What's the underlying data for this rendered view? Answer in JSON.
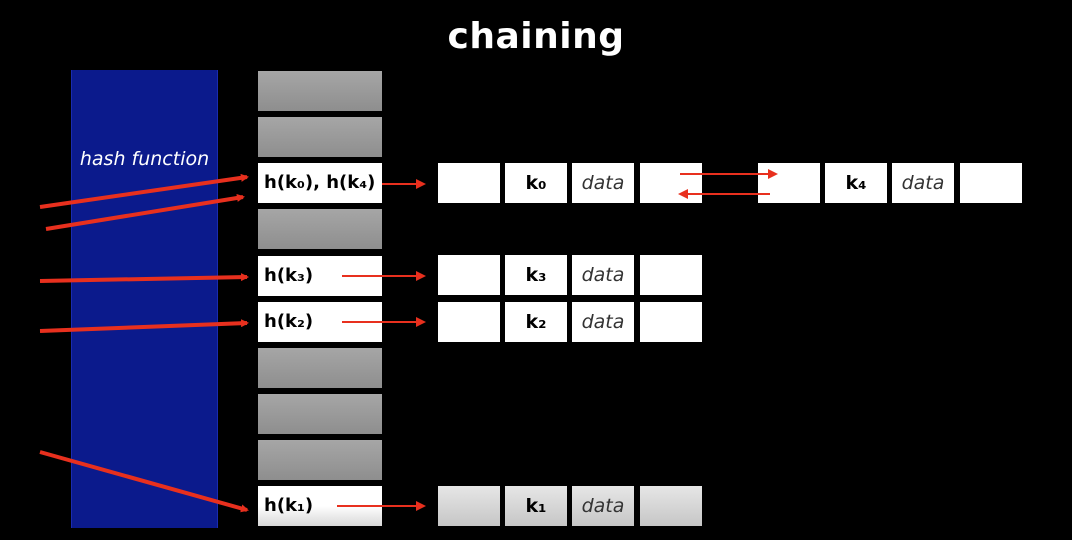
{
  "title": "chaining",
  "hash_function_label": "hash function",
  "table_slots": [
    {
      "label": "",
      "style": "gray"
    },
    {
      "label": "",
      "style": "gray"
    },
    {
      "label": "h(k₀), h(k₄)",
      "style": "white"
    },
    {
      "label": "",
      "style": "gray"
    },
    {
      "label": "h(k₃)",
      "style": "white"
    },
    {
      "label": "h(k₂)",
      "style": "white"
    },
    {
      "label": "",
      "style": "gray"
    },
    {
      "label": "",
      "style": "gray"
    },
    {
      "label": "",
      "style": "gray"
    },
    {
      "label": "h(k₁)",
      "style": "white-fade"
    }
  ],
  "chains": [
    {
      "nodes": [
        {
          "key": "k₀",
          "data": "data"
        },
        {
          "key": "k₄",
          "data": "data"
        }
      ]
    },
    {
      "nodes": [
        {
          "key": "k₃",
          "data": "data"
        }
      ]
    },
    {
      "nodes": [
        {
          "key": "k₂",
          "data": "data"
        }
      ]
    },
    {
      "nodes": [
        {
          "key": "k₁",
          "data": "data"
        }
      ]
    }
  ],
  "colors": {
    "arrow": "#e8301e",
    "hash_function_fill": "#0b1a8c",
    "slot_gray": "#9b9b9b",
    "cell_white": "#ffffff"
  }
}
